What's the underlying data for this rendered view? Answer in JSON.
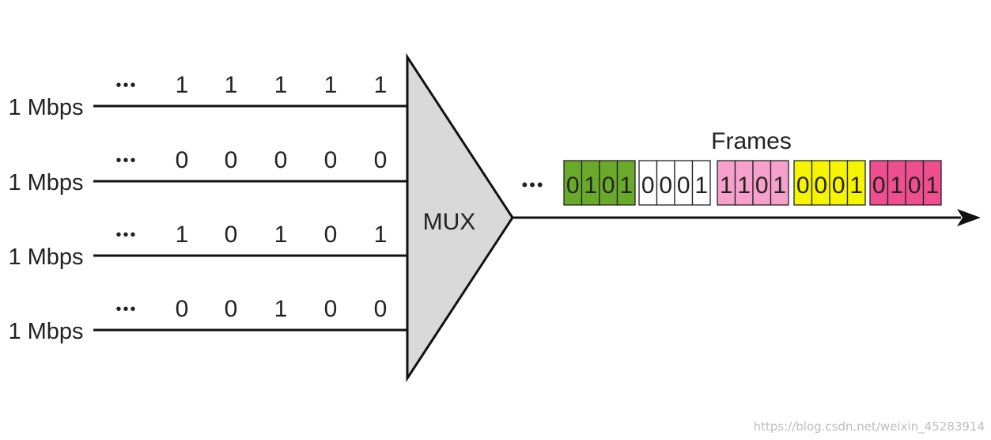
{
  "inputs": [
    {
      "rate_label": "1 Mbps",
      "ellipsis": "•••",
      "bits": [
        "1",
        "1",
        "1",
        "1",
        "1"
      ]
    },
    {
      "rate_label": "1 Mbps",
      "ellipsis": "•••",
      "bits": [
        "0",
        "0",
        "0",
        "0",
        "0"
      ]
    },
    {
      "rate_label": "1 Mbps",
      "ellipsis": "•••",
      "bits": [
        "1",
        "0",
        "1",
        "0",
        "1"
      ]
    },
    {
      "rate_label": "1 Mbps",
      "ellipsis": "•••",
      "bits": [
        "0",
        "0",
        "1",
        "0",
        "0"
      ]
    }
  ],
  "mux": {
    "label": "MUX",
    "fill": "#d9d9d9"
  },
  "output": {
    "ellipsis": "•••",
    "frames_label": "Frames",
    "frames": [
      {
        "bits": [
          "0",
          "1",
          "0",
          "1"
        ],
        "color": "#6aaa2a"
      },
      {
        "bits": [
          "0",
          "0",
          "0",
          "1"
        ],
        "color": "#ffffff"
      },
      {
        "bits": [
          "1",
          "1",
          "0",
          "1"
        ],
        "color": "#f6a0cc"
      },
      {
        "bits": [
          "0",
          "0",
          "0",
          "1"
        ],
        "color": "#f5f500"
      },
      {
        "bits": [
          "0",
          "1",
          "0",
          "1"
        ],
        "color": "#ef4e8f"
      }
    ]
  },
  "watermark": "https://blog.csdn.net/weixin_45283914"
}
